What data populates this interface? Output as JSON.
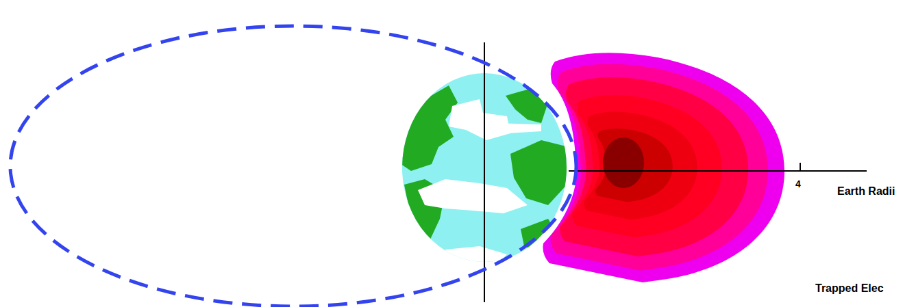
{
  "diagram": {
    "labels": [
      "4",
      "Earth Radii",
      "Trapped Elec"
    ]
  }
}
